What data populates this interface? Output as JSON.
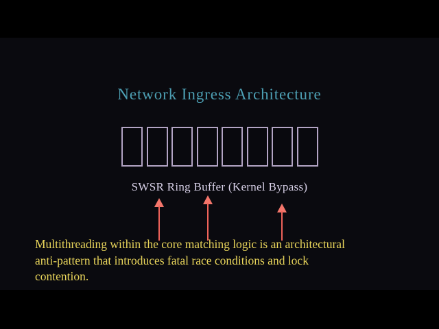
{
  "slide": {
    "title": "Network Ingress Architecture",
    "background_color": "#0a0a0f",
    "letterbox_color": "#000000",
    "title_color": "#4d9fb3"
  },
  "diagram": {
    "name": "ring-buffer",
    "caption": "SWSR Ring Buffer (Kernel Bypass)",
    "caption_color": "#d9d2e9",
    "cell_border_color": "#b3a4c4",
    "cell_count": 8,
    "cells": [
      {
        "index": 1,
        "label": ""
      },
      {
        "index": 2,
        "label": ""
      },
      {
        "index": 3,
        "label": ""
      },
      {
        "index": 4,
        "label": ""
      },
      {
        "index": 5,
        "label": ""
      },
      {
        "index": 6,
        "label": ""
      },
      {
        "index": 7,
        "label": ""
      },
      {
        "index": 8,
        "label": ""
      }
    ]
  },
  "annotations": {
    "arrow_color": "#f4766b",
    "arrows": [
      {
        "id": "arrow-1",
        "direction": "up"
      },
      {
        "id": "arrow-2",
        "direction": "up"
      },
      {
        "id": "arrow-3",
        "direction": "up"
      }
    ]
  },
  "narration": {
    "color": "#e9d55b",
    "lines": [
      "Multithreading within the core matching logic is an architectural",
      "anti-pattern that introduces fatal race conditions and lock",
      "contention."
    ]
  }
}
